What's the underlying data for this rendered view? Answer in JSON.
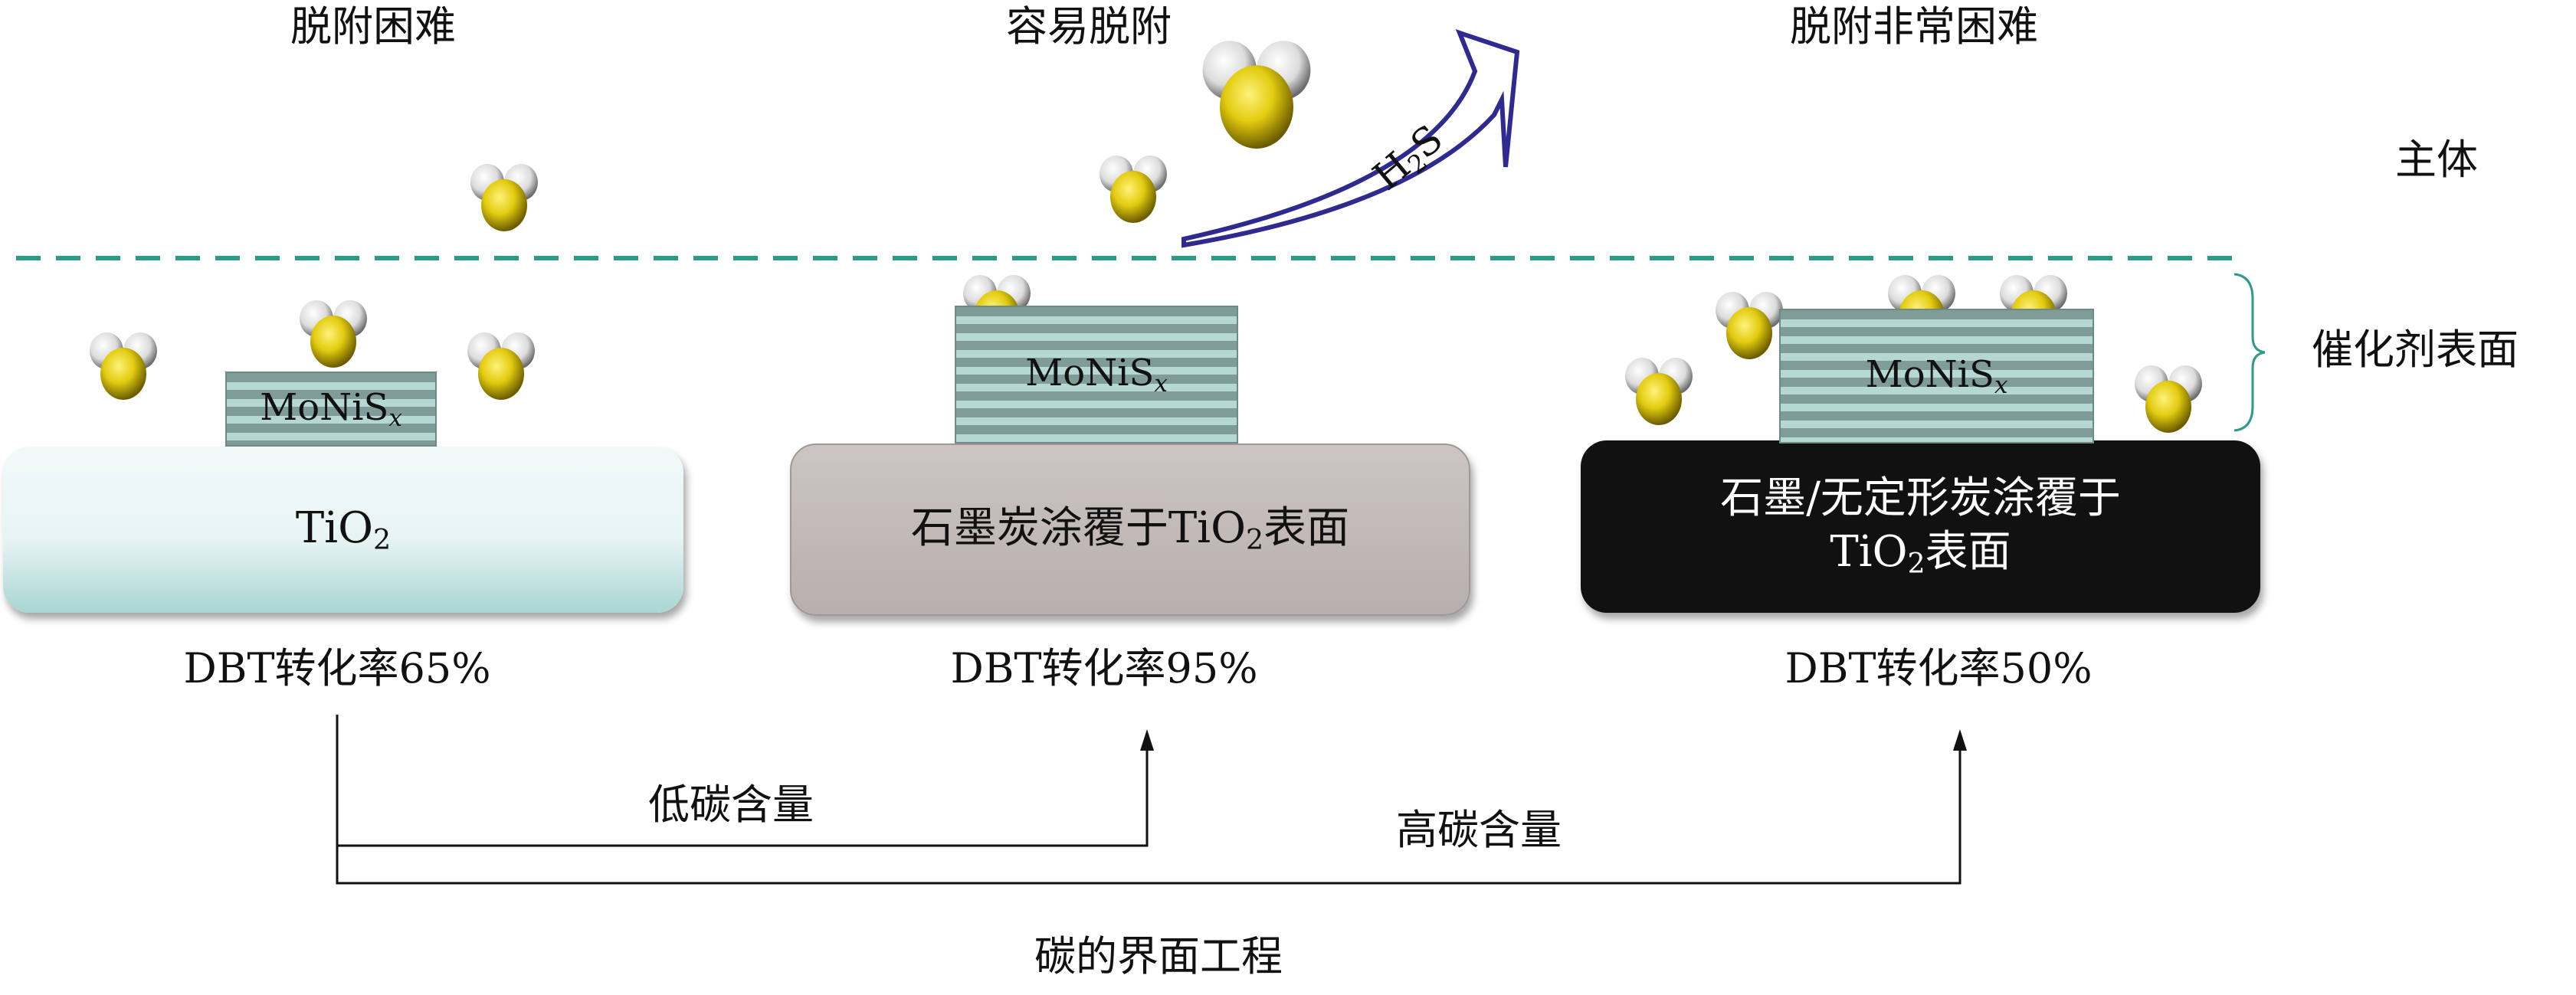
{
  "titles": {
    "left": "脱附困难",
    "middle": "容易脱附",
    "right": "脱附非常困难"
  },
  "side_labels": {
    "bulk": "主体",
    "surface": "催化剂表面"
  },
  "arrow_label": {
    "main": "H",
    "sub": "2",
    "tail": "S"
  },
  "active_phase": {
    "main": "MoNiS",
    "sub": "x"
  },
  "supports": [
    {
      "main": "TiO",
      "sub": "2",
      "tail": ""
    },
    {
      "main": "石墨炭涂覆于TiO",
      "sub": "2",
      "tail": "表面"
    },
    {
      "line1": "石墨/无定形炭涂覆于",
      "main": "TiO",
      "sub": "2",
      "tail": "表面"
    }
  ],
  "conversions": [
    "DBT转化率65%",
    "DBT转化率95%",
    "DBT转化率50%"
  ],
  "paths": {
    "low": "低碳含量",
    "high": "高碳含量",
    "bottom": "碳的界面工程"
  },
  "colors": {
    "dashed": "#2e9a8a",
    "arrow": "#2e2a8f",
    "sulfur": "#e8d21a",
    "hydrogen": "#ffffff"
  }
}
